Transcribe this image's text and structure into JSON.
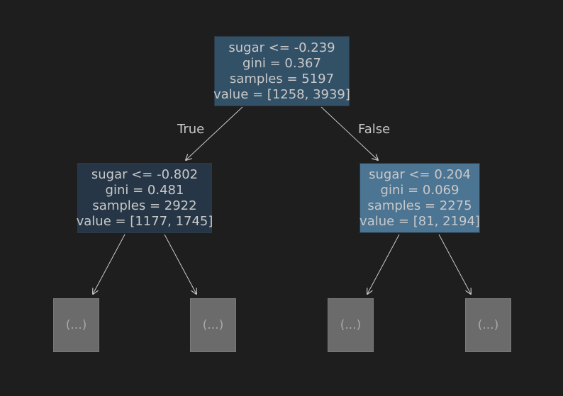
{
  "tree": {
    "root": {
      "condition": "sugar <= -0.239",
      "gini": "gini = 0.367",
      "samples": "samples = 5197",
      "value": "value = [1258, 3939]"
    },
    "left": {
      "condition": "sugar <= -0.802",
      "gini": "gini = 0.481",
      "samples": "samples = 2922",
      "value": "value = [1177, 1745]"
    },
    "right": {
      "condition": "sugar <= 0.204",
      "gini": "gini = 0.069",
      "samples": "samples = 2275",
      "value": "value = [81, 2194]"
    },
    "edge_labels": {
      "true": "True",
      "false": "False"
    },
    "leaves": [
      "(...)",
      "(...)",
      "(...)",
      "(...)"
    ]
  },
  "colors": {
    "background": "#1e1e1e",
    "root_fill": "#325066",
    "left_fill": "#263646",
    "right_fill": "#4c7493",
    "leaf_fill": "#6b6b6b",
    "text": "#c9c9c9",
    "edge": "#c9c9c9"
  }
}
